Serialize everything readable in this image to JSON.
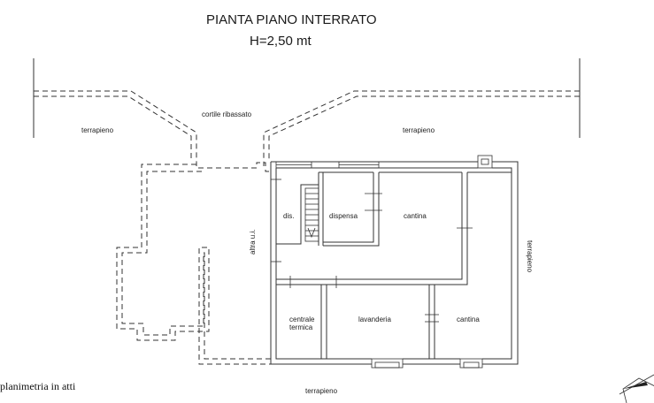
{
  "title": "PIANTA PIANO INTERRATO",
  "subtitle": "H=2,50 mt",
  "labels": {
    "cortile": "cortile ribassato",
    "terrapieno_left": "terrapieno",
    "terrapieno_right": "terrapieno",
    "terrapieno_side": "terrapieno",
    "terrapieno_bottom": "terrapieno",
    "altra_ui": "altra u.i.",
    "dis": "dis.",
    "dispensa": "dispensa",
    "cantina_1": "cantina",
    "cantina_2": "cantina",
    "centrale_line1": "centrale",
    "centrale_line2": "termica",
    "lavanderia": "lavanderia"
  },
  "caption": "planimetria in atti",
  "icons": {
    "north": "north-arrow-icon"
  }
}
